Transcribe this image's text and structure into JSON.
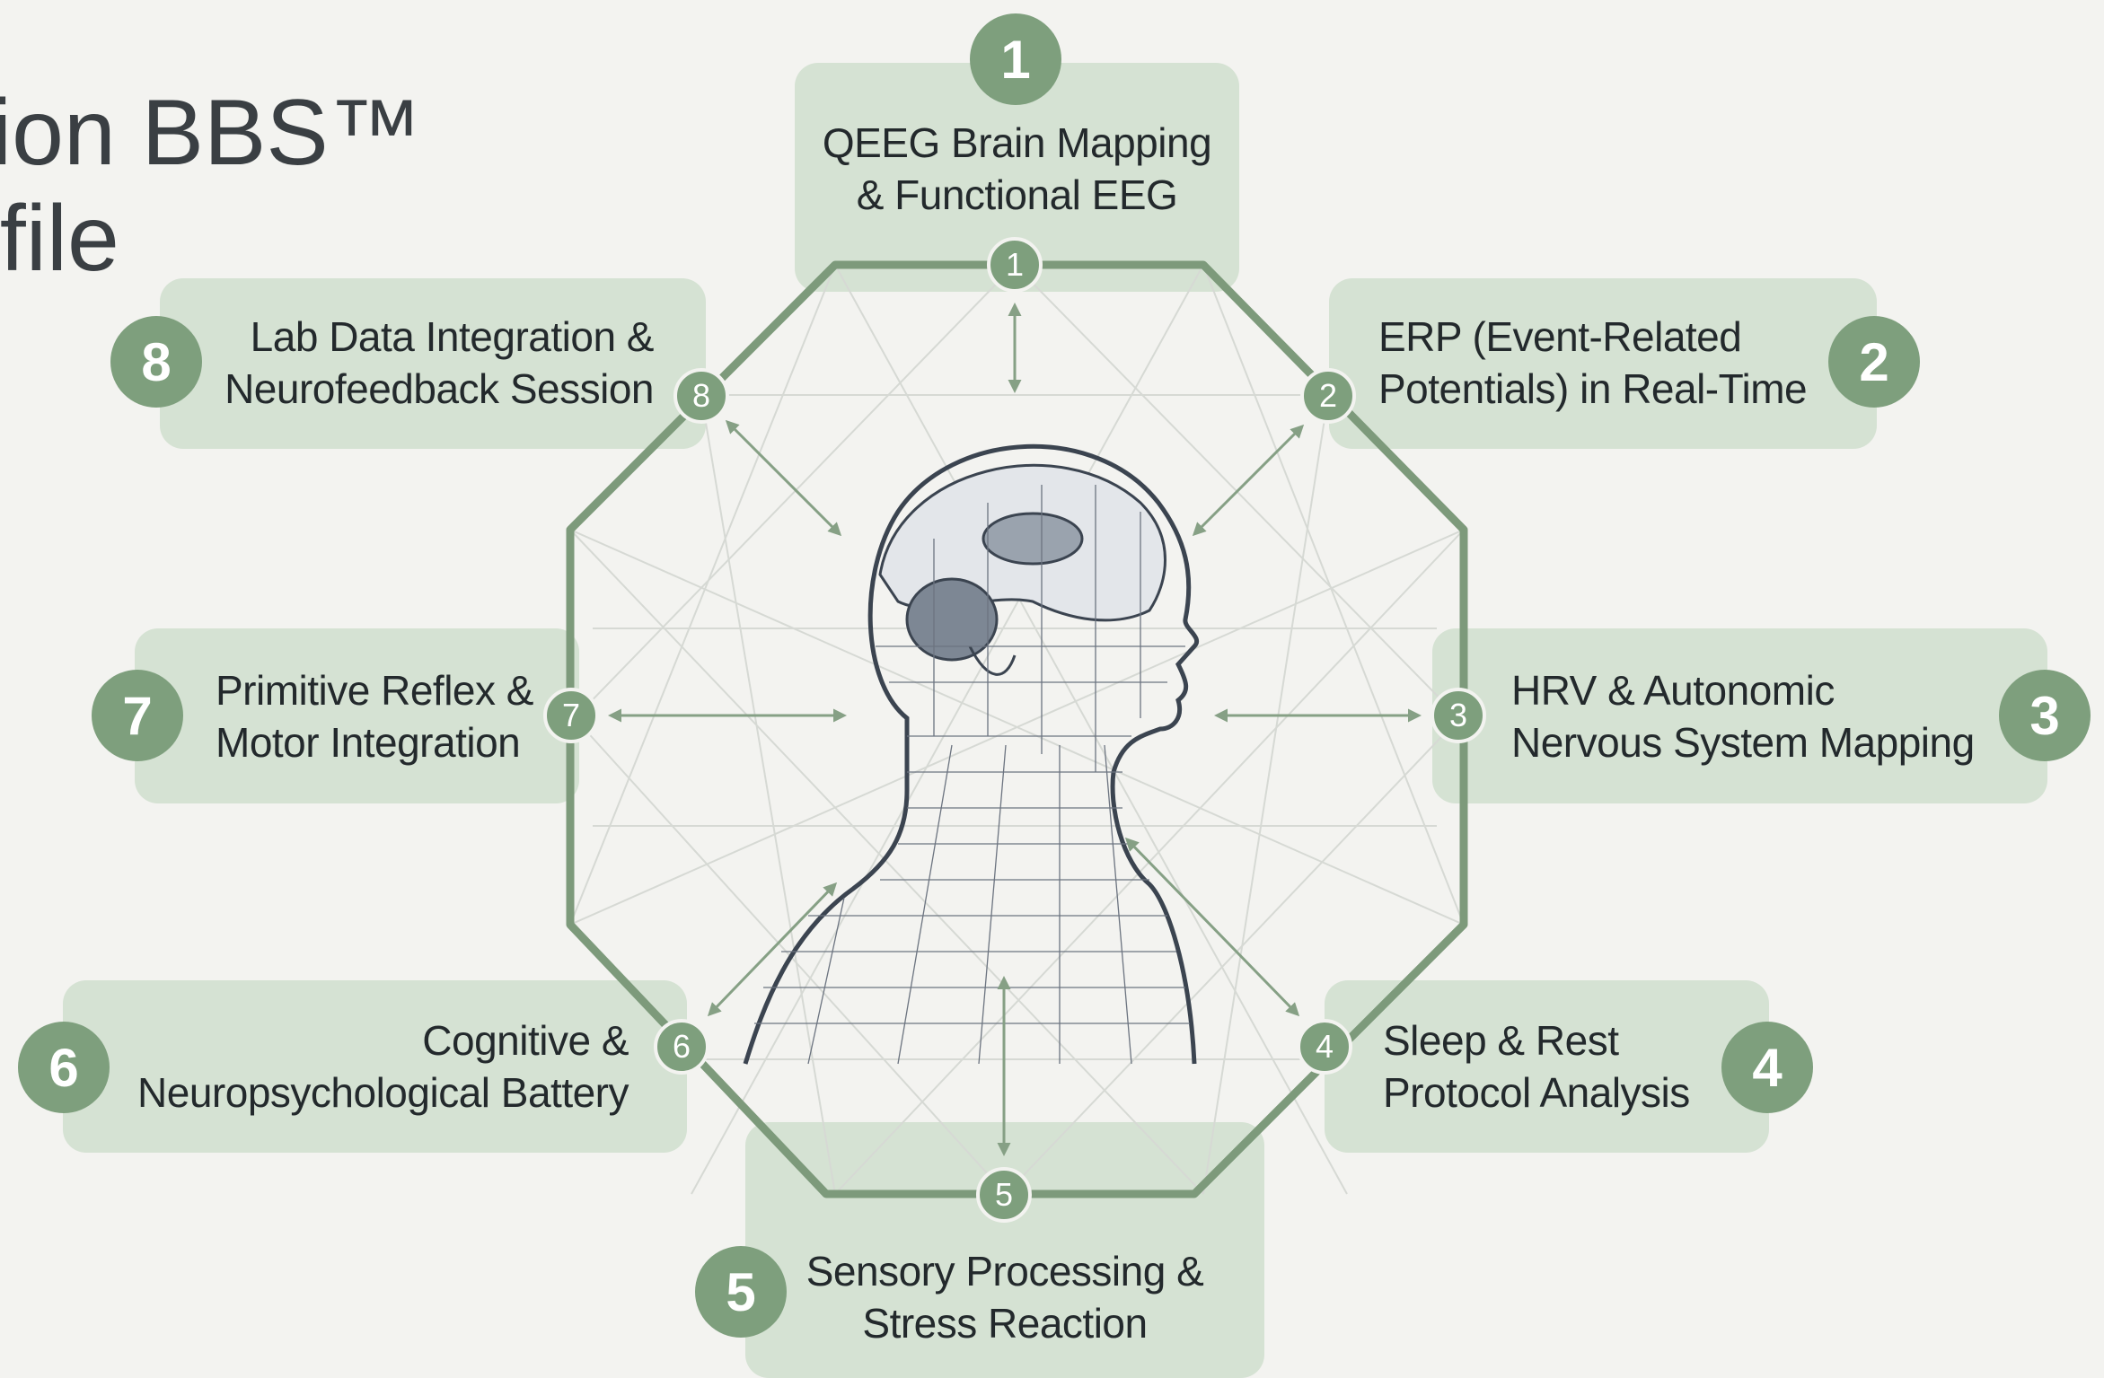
{
  "title": {
    "line1": "sion BBS™",
    "line2": "ofile"
  },
  "colors": {
    "accent": "#7e9f7d",
    "panel": "#d5e2d3",
    "frame": "#7d9a7b",
    "text": "#23292c",
    "background": "#f3f3f0"
  },
  "center_figure": "wireframe-human-head-brain-icon",
  "modules": [
    {
      "number": "1",
      "line1": "QEEG Brain Mapping",
      "line2": "& Functional EEG"
    },
    {
      "number": "2",
      "line1": "ERP (Event-Related",
      "line2": "Potentials) in Real-Time"
    },
    {
      "number": "3",
      "line1": "HRV & Autonomic",
      "line2": "Nervous System Mapping"
    },
    {
      "number": "4",
      "line1": "Sleep & Rest",
      "line2": "Protocol Analysis"
    },
    {
      "number": "5",
      "line1": "Sensory Processing &",
      "line2": "Stress Reaction"
    },
    {
      "number": "6",
      "line1": "Cognitive &",
      "line2": "Neuropsychological Battery"
    },
    {
      "number": "7",
      "line1": "Primitive Reflex &",
      "line2": "Motor Integration"
    },
    {
      "number": "8",
      "line1": "Lab Data Integration &",
      "line2": "Neurofeedback Session"
    }
  ]
}
